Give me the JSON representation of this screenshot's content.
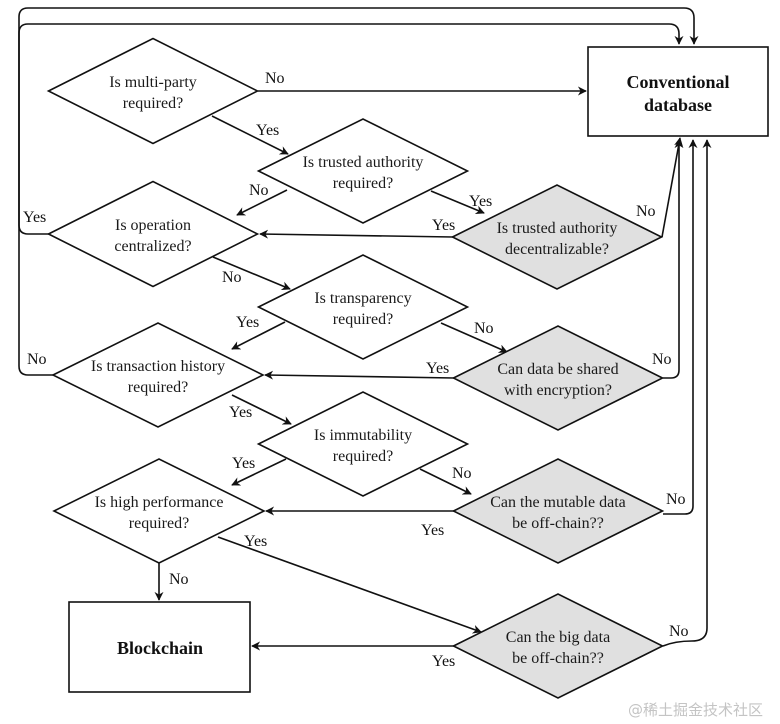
{
  "colors": {
    "decision_fill": "#ffffff",
    "highlight_fill": "#e0e0e0",
    "terminal_fill": "#ffffff",
    "stroke": "#111111"
  },
  "terminals": {
    "conventional": [
      "Conventional",
      "database"
    ],
    "blockchain": [
      "Blockchain"
    ]
  },
  "decisions": {
    "multi_party": [
      "Is multi-party",
      "required?"
    ],
    "trusted_authority": [
      "Is trusted authority",
      "required?"
    ],
    "operation_centralized": [
      "Is operation",
      "centralized?"
    ],
    "decentralizable": [
      "Is trusted authority",
      "decentralizable?"
    ],
    "transparency": [
      "Is transparency",
      "required?"
    ],
    "transaction_history": [
      "Is transaction history",
      "required?"
    ],
    "shared_encryption": [
      "Can data be shared",
      "with encryption?"
    ],
    "immutability": [
      "Is immutability",
      "required?"
    ],
    "high_performance": [
      "Is high performance",
      "required?"
    ],
    "mutable_offchain": [
      "Can the mutable data",
      "be off-chain??"
    ],
    "bigdata_offchain": [
      "Can the big data",
      "be off-chain??"
    ]
  },
  "highlighted": [
    "decentralizable",
    "shared_encryption",
    "mutable_offchain",
    "bigdata_offchain"
  ],
  "edge_labels": {
    "multi_party_no": "No",
    "multi_party_yes": "Yes",
    "trusted_authority_no": "No",
    "trusted_authority_yes": "Yes",
    "operation_centralized_yes": "Yes",
    "operation_centralized_no": "No",
    "decentralizable_yes": "Yes",
    "decentralizable_no": "No",
    "transparency_yes": "Yes",
    "transparency_no": "No",
    "transaction_history_no": "No",
    "transaction_history_yes": "Yes",
    "shared_encryption_yes": "Yes",
    "shared_encryption_no": "No",
    "immutability_yes": "Yes",
    "immutability_no": "No",
    "mutable_offchain_yes": "Yes",
    "mutable_offchain_no": "No",
    "high_performance_yes": "Yes",
    "high_performance_no": "No",
    "bigdata_offchain_yes": "Yes",
    "bigdata_offchain_no": "No"
  },
  "watermark": "@稀土掘金技术社区"
}
